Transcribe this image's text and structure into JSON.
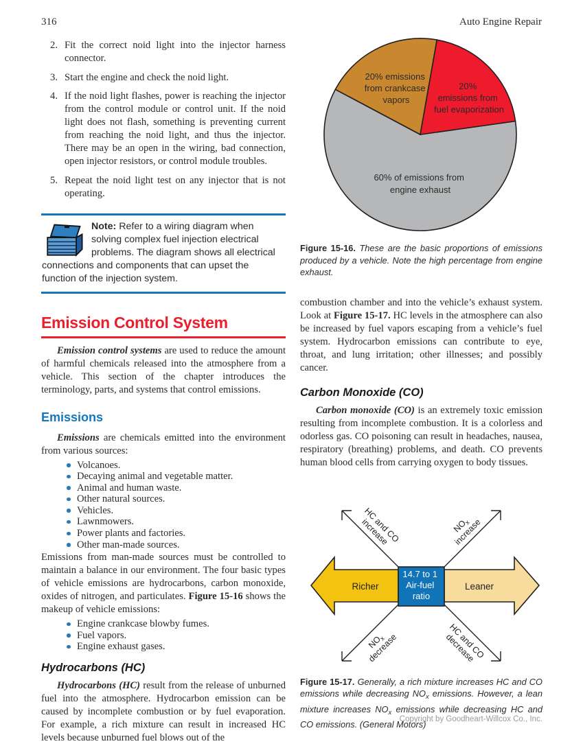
{
  "page": {
    "number": "316",
    "header_right": "Auto Engine Repair",
    "copyright": "Copyright by Goodheart-Willcox Co., Inc."
  },
  "colors": {
    "accent_red": "#e8202d",
    "accent_blue": "#1576bc",
    "pie_gray": "#b5b7b9",
    "pie_red": "#ee1b2d",
    "pie_brown": "#c9882f",
    "arrow_gold": "#f2c411",
    "arrow_pale": "#f7dc9d",
    "ratio_box_blue": "#1173b8"
  },
  "steps": [
    {
      "num": "2.",
      "text": "Fit the correct noid light into the injector harness connector."
    },
    {
      "num": "3.",
      "text": "Start the engine and check the noid light."
    },
    {
      "num": "4.",
      "text": "If the noid light flashes, power is reaching the injector from the control module or control unit. If the noid light does not flash, something is preventing current from reaching the noid light, and thus the injector. There may be an open in the wiring, bad connection, open injector resistors, or control module troubles."
    },
    {
      "num": "5.",
      "text": "Repeat the noid light test on any injector that is not operating."
    }
  ],
  "note": {
    "label": "Note:",
    "text": " Refer to a wiring diagram when solving complex fuel injection electrical problems. The diagram shows all electrical connections and components that can upset the function of the injection system."
  },
  "section": {
    "title": "Emission Control System",
    "intro_lead": "Emission control systems",
    "intro_rest": " are used to reduce the amount of harmful chemicals released into the atmosphere from a vehicle. This section of the chapter introduces the terminology, parts, and systems that control emissions."
  },
  "emissions": {
    "heading": "Emissions",
    "lead": "Emissions",
    "lead_rest": " are chemicals emitted into the environment from various sources:",
    "sources": [
      "Volcanoes.",
      "Decaying animal and vegetable matter.",
      "Animal and human waste.",
      "Other natural sources.",
      "Vehicles.",
      "Lawnmowers.",
      "Power plants and factories.",
      "Other man-made sources."
    ],
    "para2_a": "Emissions from man-made sources must be controlled to maintain a balance in our environment. The four basic types of vehicle emissions are hydrocarbons, carbon monoxide, oxides of nitrogen, and particulates. ",
    "para2_bold": "Figure 15-16",
    "para2_b": " shows the makeup of vehicle emissions:",
    "makeup": [
      "Engine crankcase blowby fumes.",
      "Fuel vapors.",
      "Engine exhaust gases."
    ]
  },
  "hydrocarbons": {
    "heading": "Hydrocarbons (HC)",
    "lead": "Hydrocarbons (HC)",
    "rest": " result from the release of unburned fuel into the atmosphere. Hydrocarbon emission can be caused by incomplete combustion or by fuel evaporation. For example, a rich mixture can result in increased HC levels because unburned fuel blows out of the"
  },
  "right_para1": {
    "a": "combustion chamber and into the vehicle’s exhaust system. Look at ",
    "bold": "Figure 15-17.",
    "b": " HC levels in the atmosphere can also be increased by fuel vapors escaping from a vehicle’s fuel system. Hydrocarbon emissions can contribute to eye, throat, and lung irritation; other illnesses; and possibly cancer."
  },
  "carbon_monoxide": {
    "heading": "Carbon Monoxide (CO)",
    "lead": "Carbon monoxide (CO)",
    "rest": " is an extremely toxic emission resulting from incomplete combustion. It is a colorless and odorless gas. CO poisoning can result in headaches, nausea, respiratory (breathing) problems, and death. CO prevents human blood cells from carrying oxygen to body tissues."
  },
  "chart_data": {
    "type": "pie",
    "title": "Basic proportions of emissions produced by a vehicle (Figure 15-16)",
    "slices": [
      {
        "label": "60% of emissions from engine exhaust",
        "value": 60,
        "color": "#b5b7b9"
      },
      {
        "label": "20% emissions from crankcase vapors",
        "value": 20,
        "color": "#c9882f"
      },
      {
        "label": "20% emissions from fuel evaporization",
        "value": 20,
        "color": "#ee1b2d"
      }
    ],
    "legend_position": "labels-inside-slices"
  },
  "pie_labels": {
    "crank": [
      "20% emissions",
      "from crankcase",
      "vapors"
    ],
    "fuel": [
      "20%",
      "emissions from",
      "fuel evaporization"
    ],
    "exhaust": [
      "60% of emissions from",
      "engine exhaust"
    ]
  },
  "cap16": {
    "label": "Figure 15-16.",
    "text": " These are the basic proportions of emissions produced by a vehicle. Note the high percentage from engine exhaust."
  },
  "fig17": {
    "richer": "Richer",
    "leaner": "Leaner",
    "center1": "14.7 to 1",
    "center2": "Air-fuel",
    "center3": "ratio",
    "ul1": "HC and CO",
    "ul2": "increase",
    "ur1": "NO",
    "ur1sub": "x",
    "ur2": "increase",
    "ll1": "NO",
    "ll1sub": "x",
    "ll2": "decrease",
    "lr1": "HC and CO",
    "lr2": "decrease"
  },
  "cap17": {
    "label": "Figure 15-17.",
    "s1": " Generally, a rich mixture increases HC and CO emissions while decreasing NO",
    "sub1": "x",
    "s2": " emissions. However, a lean mixture increases NO",
    "sub2": "x",
    "s3": " emissions while decreasing HC and CO emissions. (General Motors)"
  }
}
